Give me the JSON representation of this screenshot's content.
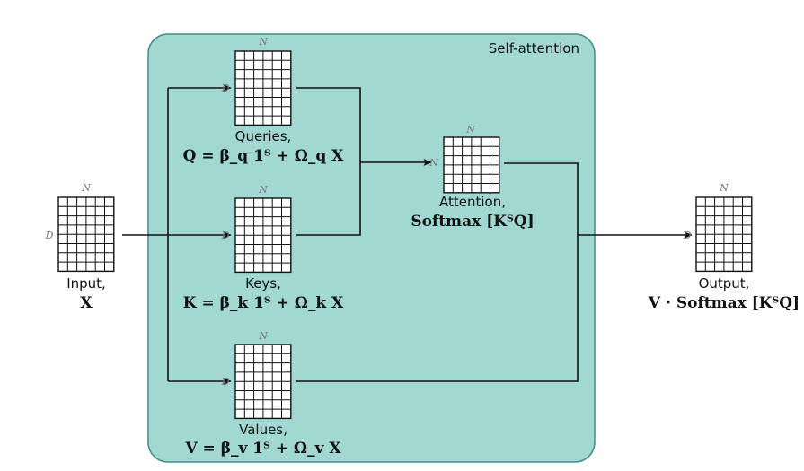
{
  "panel": {
    "title": "Self-attention",
    "fill": "#a2d8d2",
    "stroke": "#3f8f88"
  },
  "dims": {
    "n": "N",
    "d": "D"
  },
  "input": {
    "name": "Input,",
    "formula": "X"
  },
  "queries": {
    "name": "Queries,",
    "formula": "Q = β_q 1ᵀ + Ω_q X"
  },
  "keys": {
    "name": "Keys,",
    "formula": "K = β_k 1ᵀ + Ω_k X"
  },
  "values": {
    "name": "Values,",
    "formula": "V = β_v 1ᵀ + Ω_v X"
  },
  "attention": {
    "name": "Attention,",
    "formula": "Softmax [KᵀQ]"
  },
  "output": {
    "name": "Output,",
    "formula": "V · Softmax [KᵀQ]"
  }
}
